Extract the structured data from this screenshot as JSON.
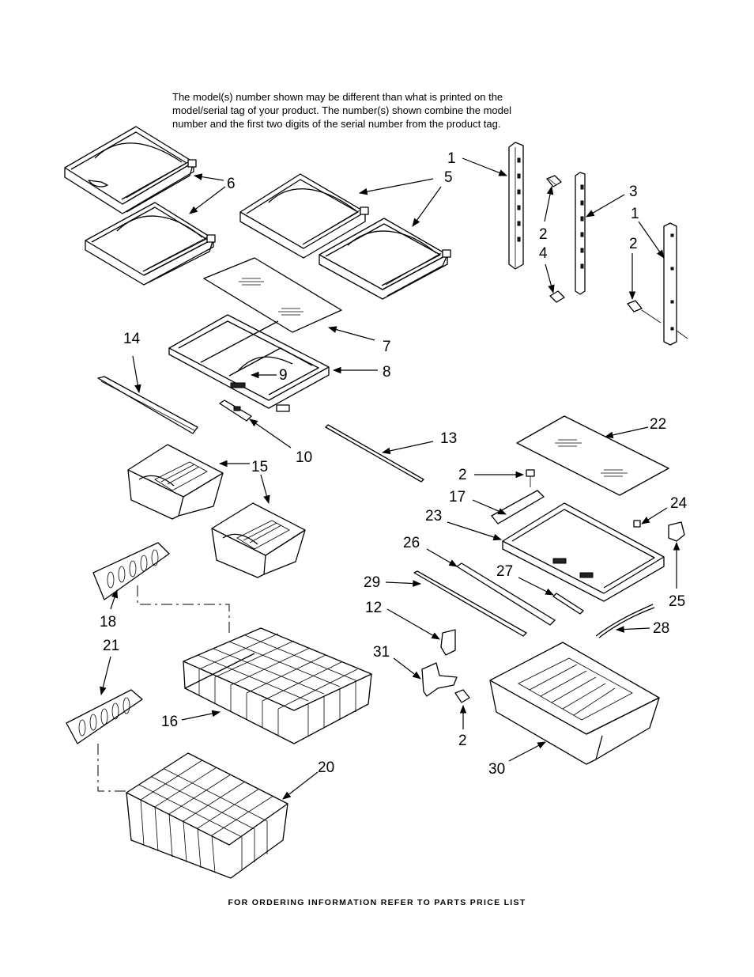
{
  "notice": {
    "line1": "The model(s) number shown may be different than what is printed on the",
    "line2": "model/serial tag of your product. The number(s) shown combine the model",
    "line3": "number and the first two digits of the serial number from the product tag."
  },
  "footer": "FOR ORDERING INFORMATION REFER TO PARTS PRICE LIST",
  "callouts": [
    {
      "id": "c1a",
      "text": "1"
    },
    {
      "id": "c5",
      "text": "5"
    },
    {
      "id": "c6",
      "text": "6"
    },
    {
      "id": "c3",
      "text": "3"
    },
    {
      "id": "c1b",
      "text": "1"
    },
    {
      "id": "c2a",
      "text": "2"
    },
    {
      "id": "c4",
      "text": "4"
    },
    {
      "id": "c2b",
      "text": "2"
    },
    {
      "id": "c14",
      "text": "14"
    },
    {
      "id": "c7",
      "text": "7"
    },
    {
      "id": "c9",
      "text": "9"
    },
    {
      "id": "c8",
      "text": "8"
    },
    {
      "id": "c10",
      "text": "10"
    },
    {
      "id": "c13",
      "text": "13"
    },
    {
      "id": "c22",
      "text": "22"
    },
    {
      "id": "c15",
      "text": "15"
    },
    {
      "id": "c2c",
      "text": "2"
    },
    {
      "id": "c17",
      "text": "17"
    },
    {
      "id": "c24",
      "text": "24"
    },
    {
      "id": "c23",
      "text": "23"
    },
    {
      "id": "c26",
      "text": "26"
    },
    {
      "id": "c27",
      "text": "27"
    },
    {
      "id": "c25",
      "text": "25"
    },
    {
      "id": "c29",
      "text": "29"
    },
    {
      "id": "c12",
      "text": "12"
    },
    {
      "id": "c28",
      "text": "28"
    },
    {
      "id": "c18",
      "text": "18"
    },
    {
      "id": "c31",
      "text": "31"
    },
    {
      "id": "c21",
      "text": "21"
    },
    {
      "id": "c16",
      "text": "16"
    },
    {
      "id": "c2d",
      "text": "2"
    },
    {
      "id": "c20",
      "text": "20"
    },
    {
      "id": "c30",
      "text": "30"
    }
  ]
}
